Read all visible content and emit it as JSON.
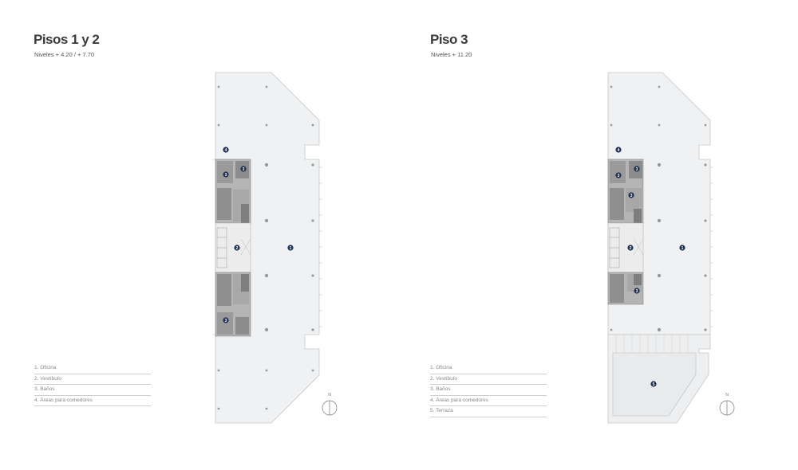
{
  "left_panel": {
    "title": "Pisos 1 y 2",
    "subtitle": "Niveles + 4.20 / + 7.70",
    "legend": [
      "1. Oficina",
      "2. Vestíbulo",
      "3. Baños",
      "4. Áreas para comedores"
    ]
  },
  "right_panel": {
    "title": "Piso 3",
    "subtitle": "Niveles + 11.20",
    "legend": [
      "1. Oficina",
      "2. Vestíbulo",
      "3. Baños",
      "4. Áreas para comedores",
      "5. Terraza"
    ]
  },
  "compass_label": "N",
  "markers": {
    "left": [
      "4",
      "3",
      "3",
      "2",
      "1",
      "3"
    ],
    "right": [
      "4",
      "3",
      "3",
      "3",
      "2",
      "1",
      "3",
      "5"
    ]
  },
  "colors": {
    "floor": "#f0f1f2",
    "core": "#8c8c8c",
    "core_light": "#b5b5b5",
    "marker": "#1e3150",
    "outline": "#c8c8c8"
  }
}
